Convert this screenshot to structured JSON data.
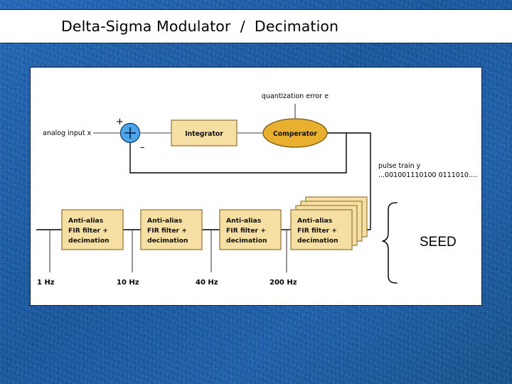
{
  "slide": {
    "background_color": "#1559ab",
    "title": "Delta-Sigma Modulator  /  Decimation"
  },
  "diagram": {
    "panel_background": "#ffffff",
    "modulator": {
      "input_label": "analog input x",
      "summing_junction": {
        "symbol": "+",
        "plus_sign": "+",
        "minus_sign": "–",
        "fill_color": "#4da6ec",
        "stroke_color": "#1a4a78"
      },
      "integrator": {
        "label": "Integrator",
        "fill_color": "#f6dfa2",
        "stroke_color": "#9a7a3c"
      },
      "comparator": {
        "label": "Comperator",
        "fill_color": "#e8b02e",
        "stroke_color": "#7a5a10"
      },
      "quantization_error_label": "quantization error e",
      "pulse_train_label": "pulse train y",
      "pulse_train_bits": "...001001110100 0111010...."
    },
    "decimation_chain": {
      "stage_label_lines": [
        "Anti-alias",
        "FIR filter  +",
        "decimation"
      ],
      "stage_fill_color": "#f6dfa2",
      "stage_stroke_color": "#9a7a3c",
      "stages": [
        {
          "id": "stage-1",
          "frequency": "1 Hz",
          "stacked": false
        },
        {
          "id": "stage-2",
          "frequency": "10 Hz",
          "stacked": false
        },
        {
          "id": "stage-3",
          "frequency": "40 Hz",
          "stacked": false
        },
        {
          "id": "stage-4",
          "frequency": "200 Hz",
          "stacked": true
        }
      ]
    },
    "annotation": {
      "brace_label": "SEED"
    }
  }
}
